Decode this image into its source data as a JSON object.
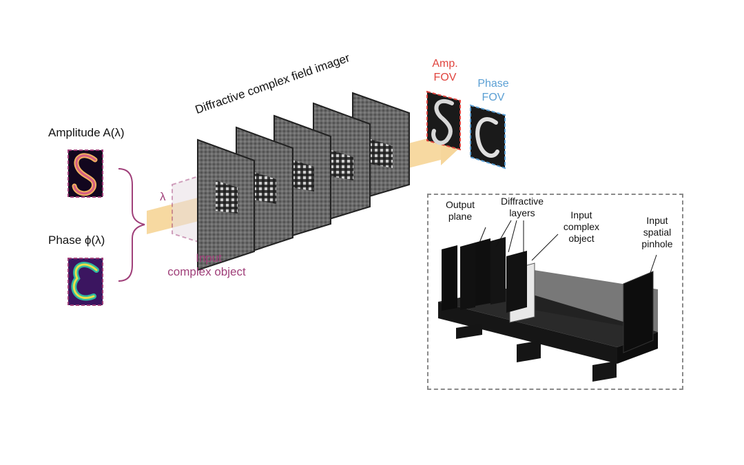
{
  "labels": {
    "amplitude": "Amplitude A(λ)",
    "phase": "Phase ϕ(λ)",
    "lambda": "λ",
    "input_object_line1": "Input",
    "input_object_line2": "complex object",
    "imager_title": "Diffractive complex field imager",
    "amp_fov_line1": "Amp.",
    "amp_fov_line2": "FOV",
    "phase_fov_line1": "Phase",
    "phase_fov_line2": "FOV"
  },
  "photo_labels": {
    "output_plane": [
      "Output",
      "plane"
    ],
    "diffractive_layers": [
      "Diffractive",
      "layers"
    ],
    "input_complex_object": [
      "Input",
      "complex",
      "object"
    ],
    "input_spatial_pinhole": [
      "Input",
      "spatial",
      "pinhole"
    ]
  },
  "colors": {
    "pink": "#a0407a",
    "amp_fov": "#e0443e",
    "phase_fov": "#5a9fd4",
    "beam": "#f5cf8a",
    "layer": "#5a5a5a",
    "box_border": "#8a8a8a"
  }
}
